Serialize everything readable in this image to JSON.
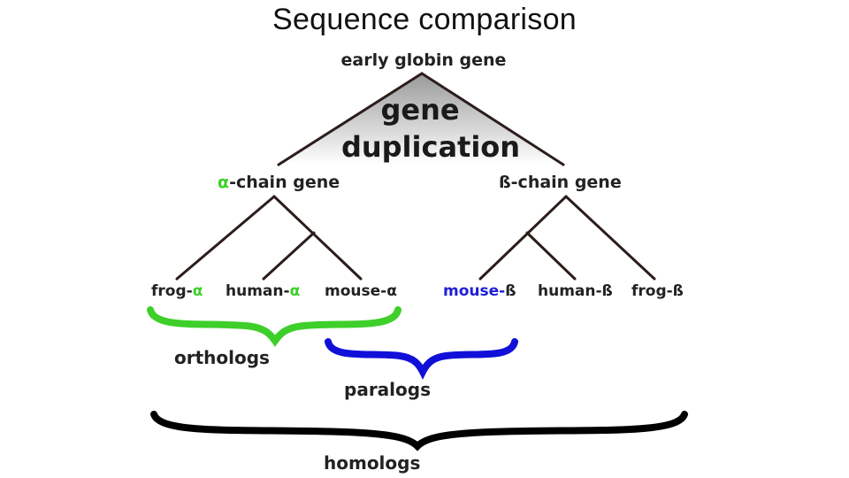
{
  "slide": {
    "title": "Sequence comparison"
  },
  "diagram": {
    "root": "early globin gene",
    "event_line1": "gene",
    "event_line2": "duplication",
    "alpha_parent": {
      "symbol": "α",
      "rest": "-chain gene"
    },
    "beta_parent": "ß-chain gene",
    "leaves": {
      "frog_alpha": {
        "name": "frog-",
        "symbol": "α"
      },
      "human_alpha": {
        "name": "human-",
        "symbol": "α"
      },
      "mouse_alpha": "mouse-α",
      "mouse_beta": {
        "name": "mouse-",
        "symbol": "ß"
      },
      "human_beta": "human-ß",
      "frog_beta": "frog-ß"
    },
    "groups": {
      "orthologs": "orthologs",
      "paralogs": "paralogs",
      "homologs": "homologs"
    },
    "colors": {
      "alpha": "#3ecf2a",
      "blue": "#1f1fd6",
      "line": "#2b1d1a",
      "ortholog_brace": "#3ecf2a",
      "paralog_brace": "#1010d8",
      "homolog_brace": "#000000"
    }
  }
}
